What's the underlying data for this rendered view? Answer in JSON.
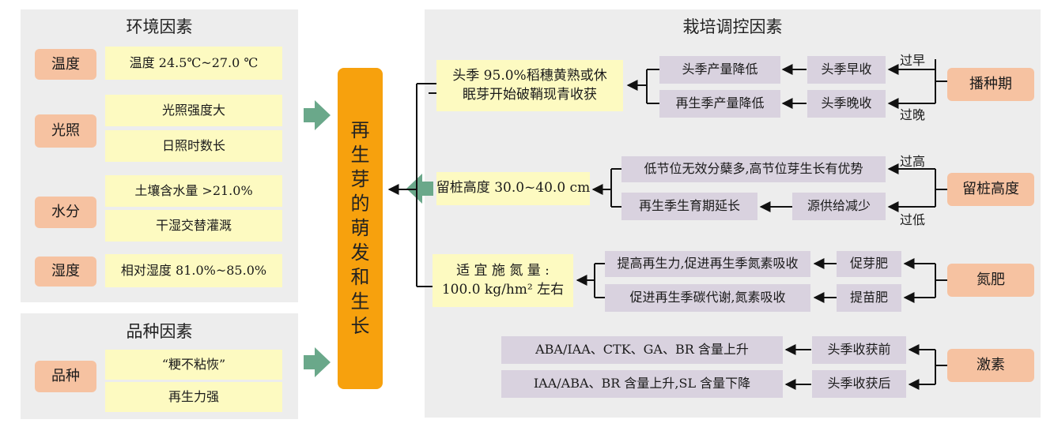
{
  "env": {
    "title": "环境因素",
    "rows": [
      {
        "label": "温度",
        "items": [
          "温度 24.5℃~27.0 ℃"
        ]
      },
      {
        "label": "光照",
        "items": [
          "光照强度大",
          "日照时数长"
        ]
      },
      {
        "label": "水分",
        "items": [
          "土壤含水量 >21.0%",
          "干湿交替灌溉"
        ]
      },
      {
        "label": "湿度",
        "items": [
          "相对湿度 81.0%~85.0%"
        ]
      }
    ]
  },
  "variety": {
    "title": "品种因素",
    "label": "品种",
    "items": [
      "“粳不粘恢”",
      "再生力强"
    ]
  },
  "center": {
    "chars": [
      "再",
      "生",
      "芽",
      "的",
      "萌",
      "发",
      "和",
      "生",
      "长"
    ]
  },
  "cult": {
    "title": "栽培调控因素",
    "sowing": {
      "label": "播种期",
      "early": "过早",
      "late": "过晚",
      "early_box": "头季早收",
      "late_box": "头季晚收",
      "effect1": "头季产量降低",
      "effect2": "再生季产量降低",
      "result": [
        "头季 95.0%稻穗黄熟或休",
        "眠芽开始破鞘现青收获"
      ]
    },
    "stubble": {
      "label": "留桩高度",
      "high": "过高",
      "low": "过低",
      "effect1": "低节位无效分蘖多,高节位芽生长有优势",
      "source": "源供给减少",
      "effect2": "再生季生育期延长",
      "result": "留桩高度 30.0~40.0 cm"
    },
    "nitrogen": {
      "label": "氮肥",
      "box1": "促芽肥",
      "box2": "提苗肥",
      "effect1": "提高再生力,促进再生季氮素吸收",
      "effect2": "促进再生季碳代谢,氮素吸收",
      "result": [
        "适 宜 施 氮 量 :",
        "100.0 kg/hm² 左右"
      ]
    },
    "hormone": {
      "label": "激素",
      "box1": "头季收获前",
      "box2": "头季收获后",
      "effect1": "ABA/IAA、CTK、GA、BR 含量上升",
      "effect2": "IAA/ABA、BR 含量上升,SL 含量下降"
    }
  },
  "colors": {
    "panel": "#ededed",
    "peach": "#f6c2a1",
    "yellow": "#fdfac1",
    "purple": "#d9d2df",
    "orange": "#f7a10d",
    "green_arrow": "#6aa88a"
  }
}
